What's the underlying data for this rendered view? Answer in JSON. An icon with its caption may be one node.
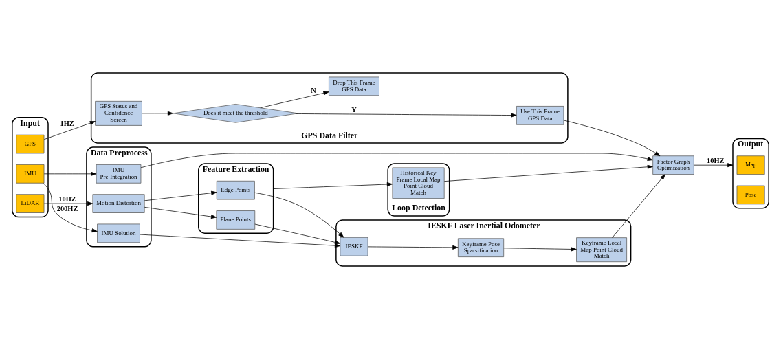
{
  "diagram": {
    "nodes": [
      {
        "text": [
          "Input"
        ]
      },
      {
        "text": [
          "LiDAR"
        ],
        "in": 0
      },
      {
        "text": [
          "IMU"
        ],
        "in": 0
      },
      {
        "text": [
          "GPS"
        ],
        "in": 0
      },
      {
        "text": [
          "Data Preprocess"
        ]
      },
      {
        "text": [
          "Motion Distortion"
        ],
        "in": 4
      },
      {
        "text": [
          "IMU Solution"
        ],
        "in": 4
      },
      {
        "text": [
          "IMU Pre-Integration"
        ],
        "in": 4
      },
      {
        "text": [
          "Feature Extraction"
        ]
      },
      {
        "text": [
          "Edge Points"
        ],
        "in": 8
      },
      {
        "text": [
          "Plane Points"
        ],
        "in": 8
      },
      {
        "text": [
          "IESKF Laser Inertial Odometer"
        ]
      },
      {
        "text": [
          "IESKF"
        ],
        "in": 11
      },
      {
        "text": [
          "Keyframe Pose Sparsification"
        ],
        "in": 11
      },
      {
        "text": [
          "Keyframe Local Map Point Cloud Match"
        ],
        "in": 11
      },
      {
        "text": [
          "Output"
        ]
      },
      {
        "text": [
          "Map"
        ],
        "in": 15
      },
      {
        "text": [
          "Pose"
        ],
        "in": 15
      },
      {
        "text": [
          "Loop Detection"
        ]
      },
      {
        "text": [
          "Historical Key Frame Local Map Point Cloud Match"
        ],
        "in": 18
      },
      {
        "text": [
          "Factor Graph Optimization"
        ]
      },
      {
        "text": [
          "GPS Data Filter"
        ]
      },
      {
        "text": [
          "GPS Status and Confidence Screen"
        ],
        "in": 21
      },
      {
        "text": [
          "Does it meet the threshold"
        ],
        "in": 21
      },
      {
        "text": [
          "Use This Frame GPS Data"
        ],
        "in": 21
      },
      {
        "text": [
          "Drop This Frame GPS Data"
        ],
        "in": 21
      }
    ],
    "edges": [
      {
        "from": 1,
        "to": 5,
        "arrow": "to",
        "label": "10HZ"
      },
      {
        "from": 2,
        "to": 6,
        "arrow": "to",
        "label": "200HZ"
      },
      {
        "from": 2,
        "to": 7,
        "arrow": "to"
      },
      {
        "from": 3,
        "to": 22,
        "arrow": "to",
        "label": "1HZ"
      },
      {
        "from": 5,
        "to": 9,
        "arrow": "to"
      },
      {
        "from": 5,
        "to": 10,
        "arrow": "to"
      },
      {
        "from": 9,
        "to": 12,
        "arrow": "to"
      },
      {
        "from": 10,
        "to": 12,
        "arrow": "to"
      },
      {
        "from": 6,
        "to": 12,
        "arrow": "to"
      },
      {
        "from": 8,
        "to": 19,
        "arrow": "to"
      },
      {
        "from": 12,
        "to": 13,
        "arrow": "to"
      },
      {
        "from": 13,
        "to": 14,
        "arrow": "to"
      },
      {
        "from": 14,
        "to": 20,
        "arrow": "to"
      },
      {
        "from": 19,
        "to": 20,
        "arrow": "to"
      },
      {
        "from": 7,
        "to": 20,
        "arrow": "to"
      },
      {
        "from": 24,
        "to": 20,
        "arrow": "to"
      },
      {
        "from": 20,
        "to": 15,
        "arrow": "to",
        "label": "10HZ"
      },
      {
        "from": 22,
        "to": 23,
        "arrow": "to"
      },
      {
        "from": 23,
        "to": 24,
        "arrow": "to",
        "label": "Y"
      },
      {
        "from": 23,
        "to": 25,
        "arrow": "to",
        "label": "N"
      }
    ]
  }
}
